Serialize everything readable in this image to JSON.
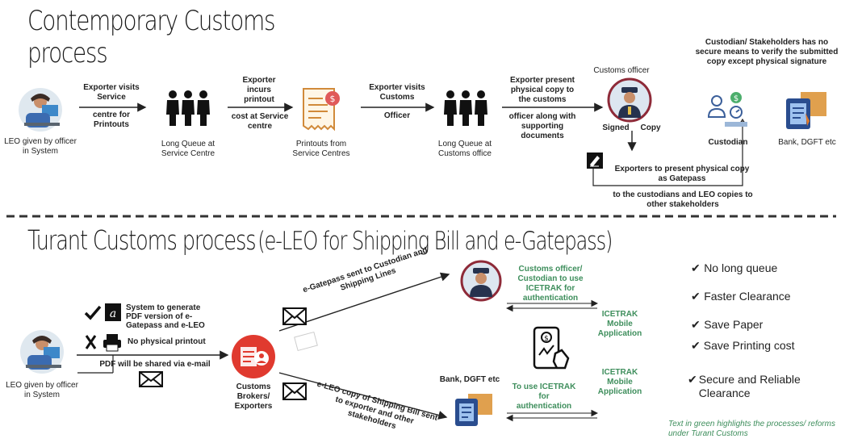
{
  "top": {
    "title": "Contemporary Customs process",
    "leo": "LEO given by officer in System",
    "step1_top": "Exporter visits Service",
    "step1_bottom": "centre for Printouts",
    "queue1": "Long Queue at Service Centre",
    "step2_top": "Exporter incurs printout",
    "step2_bottom": "cost at Service centre",
    "printouts": "Printouts from Service Centres",
    "step3_top": "Exporter visits Customs",
    "step3_bottom": "Officer",
    "queue2": "Long Queue at Customs office",
    "step4_top": "Exporter present physical copy to the customs",
    "step4_bottom": "officer along with supporting documents",
    "customs_officer": "Customs officer",
    "signed": "Signed",
    "copy": "Copy",
    "custodian_note": "Custodian/ Stakeholders has no secure means to verify the submitted copy except physical signature",
    "custodian": "Custodian",
    "bank": "Bank, DGFT etc",
    "gatepass_top": "Exporters to present physical copy as Gatepass",
    "gatepass_bottom": "to the custodians and LEO copies to other stakeholders"
  },
  "bottom": {
    "title_main": "Turant Customs process",
    "title_sub": "(e-LEO for Shipping Bill and e-Gatepass)",
    "leo": "LEO given by officer in System",
    "generate": "System to generate PDF version of e-Gatepass and e-LEO",
    "no_print": "No physical printout",
    "pdf_email": "PDF will be shared via e-mail",
    "brokers": "Customs Brokers/ Exporters",
    "egatepass_sent": "e-Gatepass sent to Custodian and Shipping Lines",
    "eleo_sent": "e-LEO copy of Shipping Bill sent to exporter and other stakeholders",
    "officer_icetrak": "Customs officer/ Custodian to use ICETRAK for authentication",
    "icetrak_app_1": "ICETRAK Mobile Application",
    "icetrak_app_2": "ICETRAK Mobile Application",
    "bank": "Bank, DGFT etc",
    "use_icetrak": "To use ICETRAK for authentication",
    "benefits": [
      "No long queue",
      "Faster Clearance",
      "Save Paper",
      "Save Printing cost",
      "Secure and Reliable Clearance"
    ],
    "footnote": "Text in green highlights the processes/ reforms under Turant Customs"
  },
  "colors": {
    "green": "#3e8e5c",
    "red": "#e03a2f",
    "maroon": "#8e2a38",
    "orange": "#e07a2b",
    "navy": "#26324e"
  }
}
